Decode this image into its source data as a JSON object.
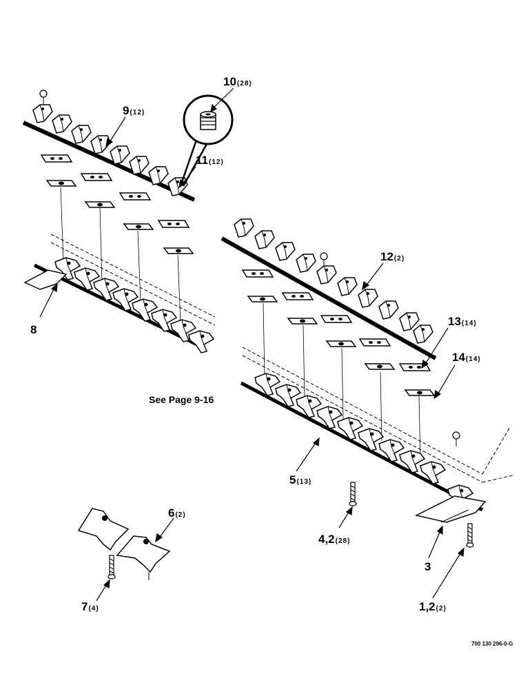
{
  "diagram": {
    "reference_note": "See Page 9-16",
    "drawing_number": "700 130 296-0-G",
    "callouts": [
      {
        "id": "c10",
        "number": "10",
        "qty": "(28)"
      },
      {
        "id": "c9",
        "number": "9",
        "qty": "(12)"
      },
      {
        "id": "c11",
        "number": "11",
        "qty": "(12)"
      },
      {
        "id": "c12",
        "number": "12",
        "qty": "(2)"
      },
      {
        "id": "c8",
        "number": "8",
        "qty": ""
      },
      {
        "id": "c13",
        "number": "13",
        "qty": "(14)"
      },
      {
        "id": "c14",
        "number": "14",
        "qty": "(14)"
      },
      {
        "id": "c5",
        "number": "5",
        "qty": "(13)"
      },
      {
        "id": "c6",
        "number": "6",
        "qty": "(2)"
      },
      {
        "id": "c42",
        "number": "4,2",
        "qty": "(28)"
      },
      {
        "id": "c3",
        "number": "3",
        "qty": ""
      },
      {
        "id": "c7",
        "number": "7",
        "qty": "(4)"
      },
      {
        "id": "c12b",
        "number": "1,2",
        "qty": "(2)"
      }
    ]
  }
}
